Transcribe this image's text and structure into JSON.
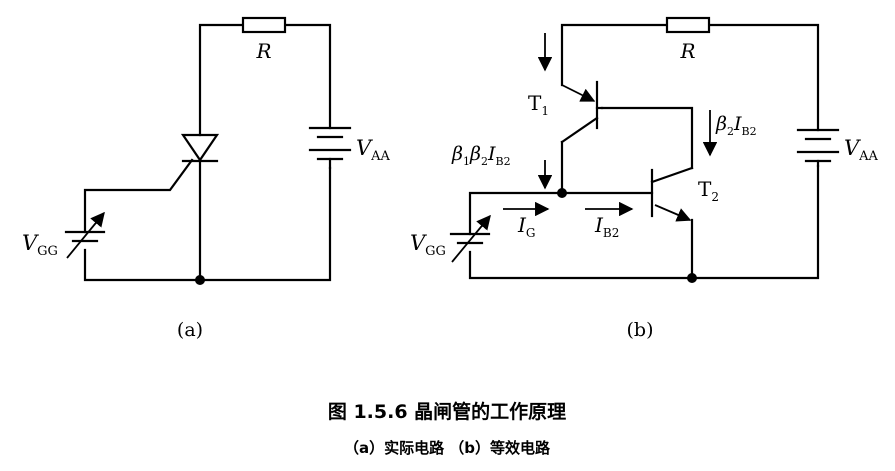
{
  "diagram_a": {
    "subfigure_label": "(a)",
    "resistor_label": "R",
    "supply_v": "V",
    "supply_sub": "AA",
    "gate_v": "V",
    "gate_sub": "GG"
  },
  "diagram_b": {
    "subfigure_label": "(b)",
    "resistor_label": "R",
    "supply_v": "V",
    "supply_sub": "AA",
    "gate_v": "V",
    "gate_sub": "GG",
    "t1_main": "T",
    "t1_sub": "1",
    "t2_main": "T",
    "t2_sub": "2",
    "ig_main": "I",
    "ig_sub": "G",
    "ib2_main": "I",
    "ib2_sub": "B2",
    "left_current": {
      "b1": "β",
      "s1": "1",
      "b2": "β",
      "s2": "2",
      "i": "I",
      "s3": "B2"
    },
    "right_current": {
      "b2": "β",
      "s2": "2",
      "i": "I",
      "s3": "B2"
    }
  },
  "caption": {
    "title": "图 1.5.6  晶闸管的工作原理",
    "subtitle": "（a）实际电路  （b）等效电路"
  }
}
